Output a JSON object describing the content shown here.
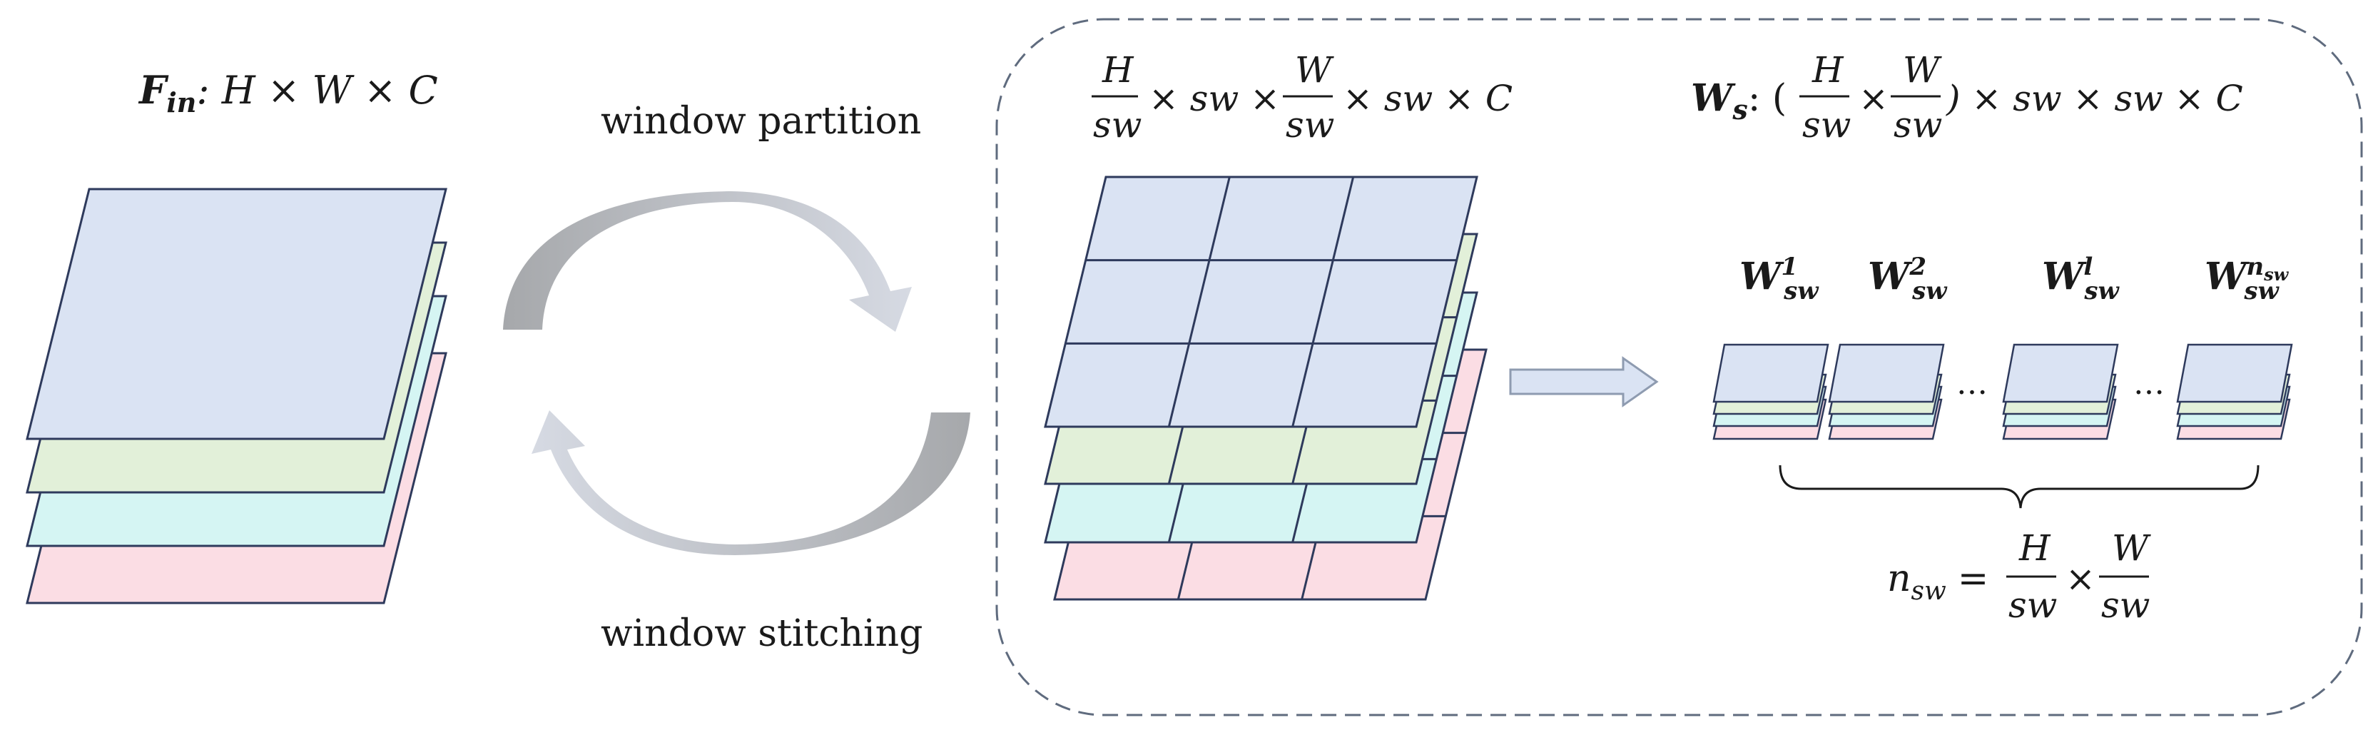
{
  "colors": {
    "blue": "#dae3f3",
    "green": "#e2f0d9",
    "cyan": "#d5f5f3",
    "pink": "#fbdde4",
    "stroke": "#2e3a5c",
    "arrow_dark": "#a6a8ab",
    "arrow_light": "#d6dae3",
    "box_dash": "#5f6b7e"
  },
  "input": {
    "label_main": "F",
    "label_sub": "in",
    "label_shape": ": H × W × C"
  },
  "arrows": {
    "partition_label": "window partition",
    "stitching_label": "window stitching"
  },
  "grid_formula": {
    "num1": "H",
    "den1": "sw",
    "times_sw1": "× sw ×",
    "num2": "W",
    "den2": "sw",
    "tail": "× sw × C"
  },
  "ws_formula": {
    "main": "W",
    "sub": "s",
    "colon": ": (",
    "num1": "H",
    "den1": "sw",
    "times": "×",
    "num2": "W",
    "den2": "sw",
    "tail": ") × sw × sw × C"
  },
  "windows": [
    {
      "main": "W",
      "sup": "1",
      "sub": "sw"
    },
    {
      "main": "W",
      "sup": "2",
      "sub": "sw"
    },
    {
      "main": "W",
      "sup": "l",
      "sub": "sw"
    },
    {
      "main": "W",
      "sup": "n",
      "sup_sub": "sw",
      "sub": "sw"
    }
  ],
  "ellipsis": "…",
  "count_formula": {
    "lhs": "n",
    "lhs_sub": "sw",
    "eq": "=",
    "num1": "H",
    "den1": "sw",
    "times": "×",
    "num2": "W",
    "den2": "sw"
  }
}
